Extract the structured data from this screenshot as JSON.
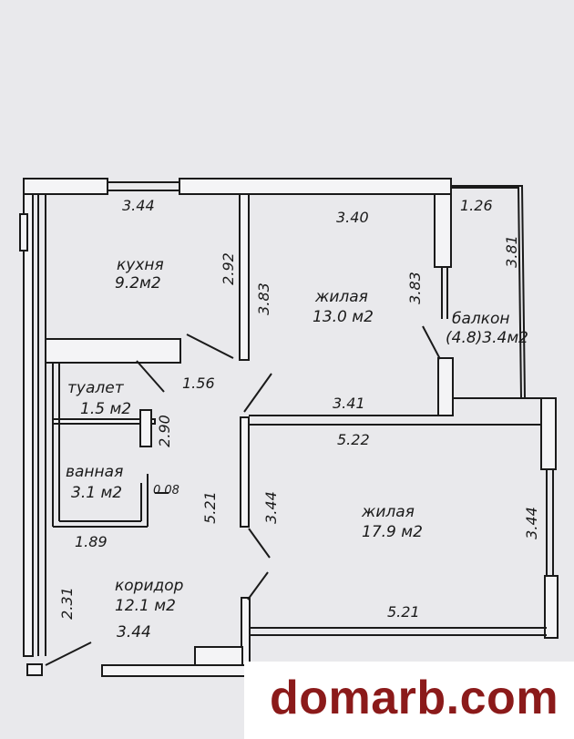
{
  "rooms": {
    "kitchen": {
      "name": "кухня",
      "area": "9.2м2"
    },
    "living1": {
      "name": "жилая",
      "area": "13.0 м2"
    },
    "balcony": {
      "name": "балкон",
      "area": "(4.8)3.4м2"
    },
    "toilet": {
      "name": "туалет",
      "area": "1.5 м2"
    },
    "bathroom": {
      "name": "ванная",
      "area": "3.1 м2"
    },
    "living2": {
      "name": "жилая",
      "area": "17.9 м2"
    },
    "corridor": {
      "name": "коридор",
      "area": "12.1 м2"
    }
  },
  "dimensions": {
    "kitchen_top": "3.44",
    "living1_top": "3.40",
    "balcony_top": "1.26",
    "balcony_side": "3.81",
    "kitchen_side": "2.92",
    "living1_left": "3.83",
    "living1_right": "3.83",
    "toilet_width": "1.56",
    "living1_bottom": "3.41",
    "living2_top": "5.22",
    "bath_height": "2.90",
    "bath_small": "0.08",
    "corridor_len": "5.21",
    "corridor_width": "3.44",
    "living2_right": "3.44",
    "bath_bottom": "1.89",
    "corridor_side": "2.31",
    "corridor_bottom": "3.44",
    "living2_bottom": "5.21"
  },
  "watermark": "domarb.com",
  "colors": {
    "line": "#1a1a1a",
    "wall_fill": "#f4f4f6",
    "background": "#e9e9ec",
    "watermark": "#8b1a1a"
  }
}
